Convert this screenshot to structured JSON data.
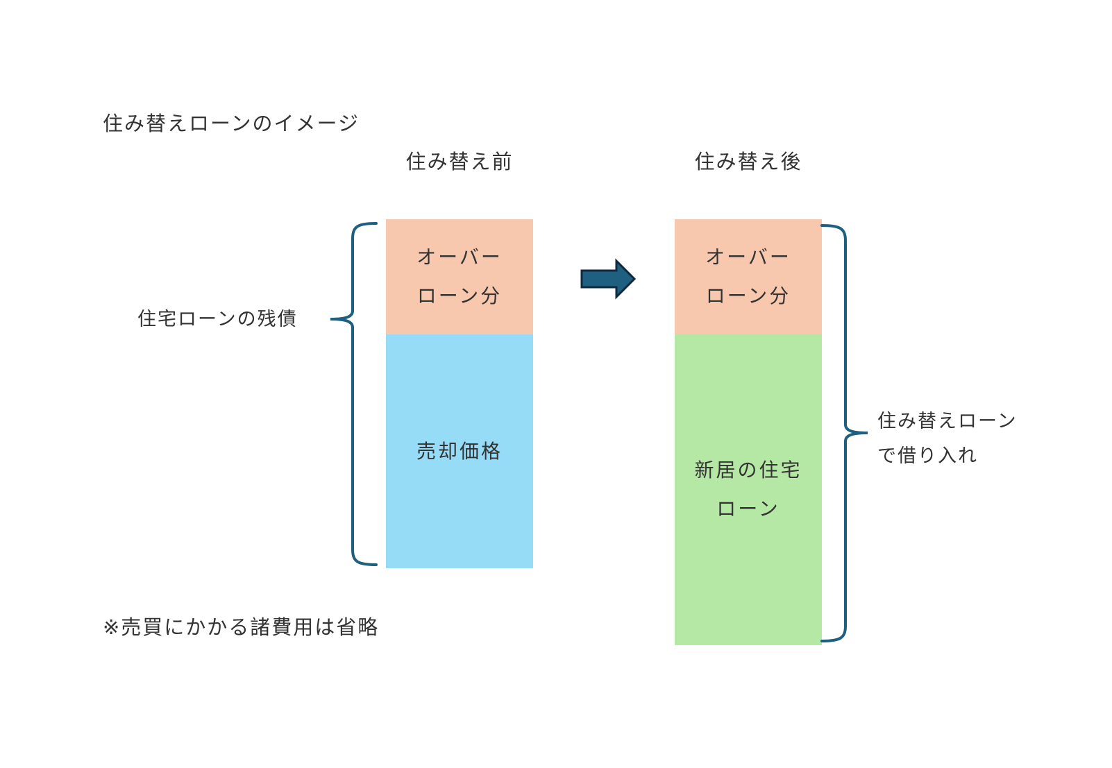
{
  "title": "住み替えローンのイメージ",
  "before": {
    "heading": "住み替え前",
    "overloan": [
      "オーバー",
      "ローン分"
    ],
    "sale_price": "売却価格"
  },
  "after": {
    "heading": "住み替え後",
    "overloan": [
      "オーバー",
      "ローン分"
    ],
    "new_loan": [
      "新居の住宅",
      "ローン"
    ]
  },
  "left_label": "住宅ローンの残債",
  "right_label": [
    "住み替えローン",
    "で借り入れ"
  ],
  "note": "※売買にかかる諸費用は省略",
  "colors": {
    "overloan": "#f7c8ad",
    "sale_price": "#97dcf7",
    "new_loan": "#b5e8a4",
    "brace": "#1f5f7f",
    "arrow": "#1f5f7f",
    "arrow_outline": "#0f2a40",
    "text": "#333333"
  }
}
